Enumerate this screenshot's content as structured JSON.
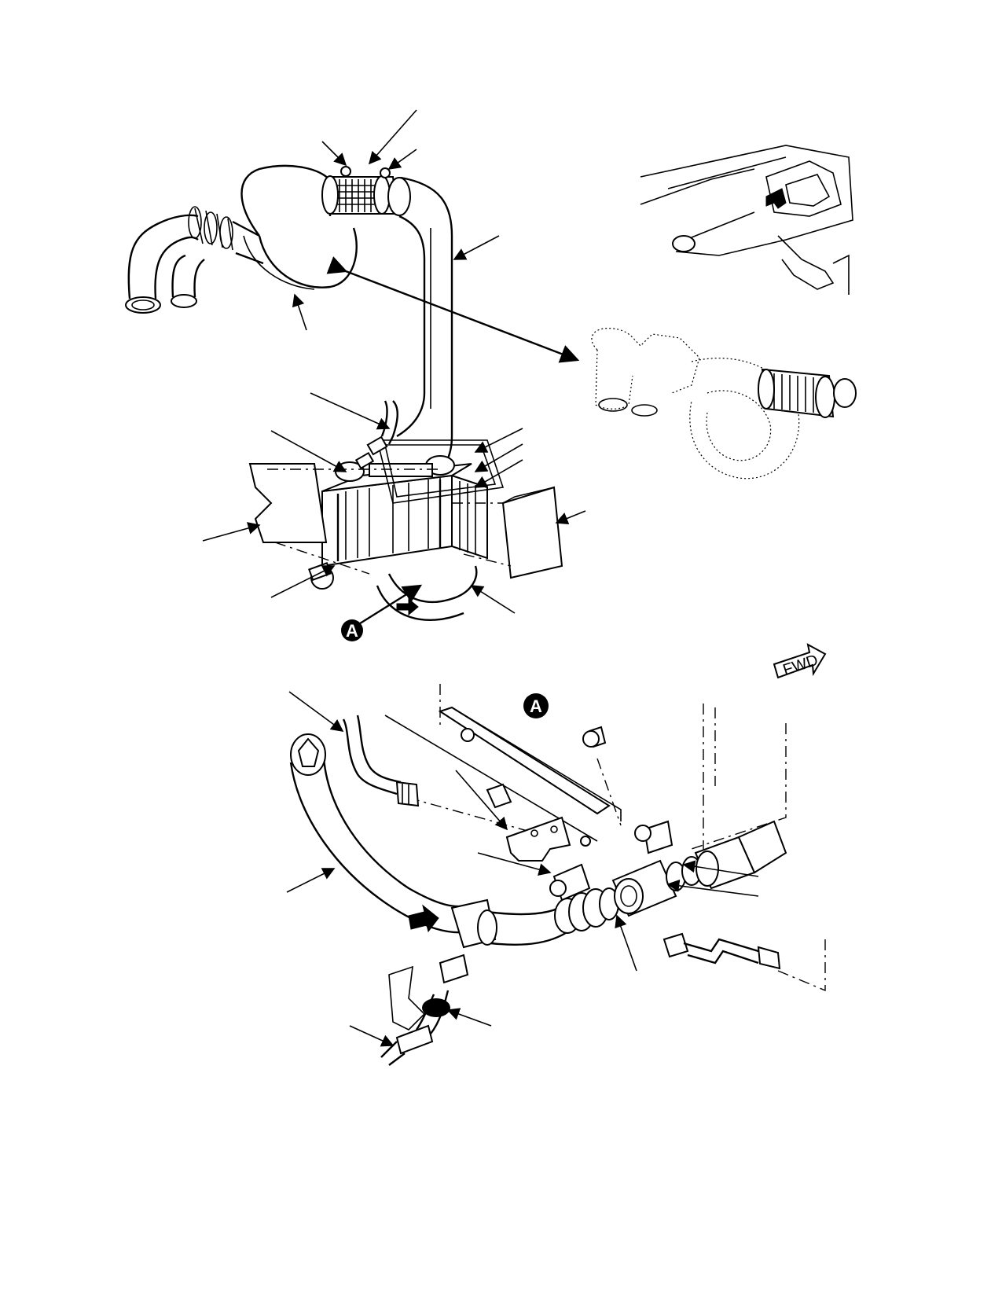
{
  "detail_callouts": {
    "main_view_marker": "A",
    "detail_view_marker": "A"
  },
  "direction_indicator": {
    "label": "FWD"
  }
}
